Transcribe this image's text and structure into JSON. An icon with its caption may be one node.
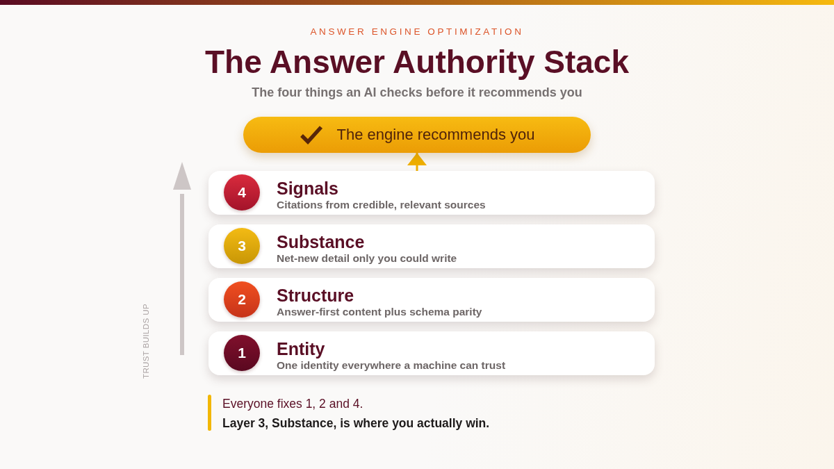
{
  "diagram": {
    "title": "The Answer Authority Stack",
    "nodes": [
      {
        "text": [
          "The engine recommends you"
        ]
      },
      {
        "text": [
          "Signals",
          "Citations from credible, relevant sources"
        ]
      },
      {
        "text": [
          "4"
        ],
        "in": 1
      },
      {
        "text": [
          "Substance",
          "Net-new detail only you could write"
        ]
      },
      {
        "text": [
          "3"
        ],
        "in": 3
      },
      {
        "text": [
          "Structure",
          "Answer-first content plus schema parity"
        ]
      },
      {
        "text": [
          "2"
        ],
        "in": 5
      },
      {
        "text": [
          "Entity",
          "One identity everywhere a machine can trust"
        ]
      },
      {
        "text": [
          "1"
        ],
        "in": 7
      }
    ],
    "edges": [
      {
        "from": 1,
        "to": 0,
        "arrow": "to"
      }
    ],
    "labels": [
      "ANSWER ENGINE OPTIMIZATION",
      "The four things an AI checks before it recommends you",
      "TRUST BUILDS UP",
      "Everyone fixes 1, 2 and 4.",
      "Layer 3, Substance, is where you actually win."
    ]
  }
}
